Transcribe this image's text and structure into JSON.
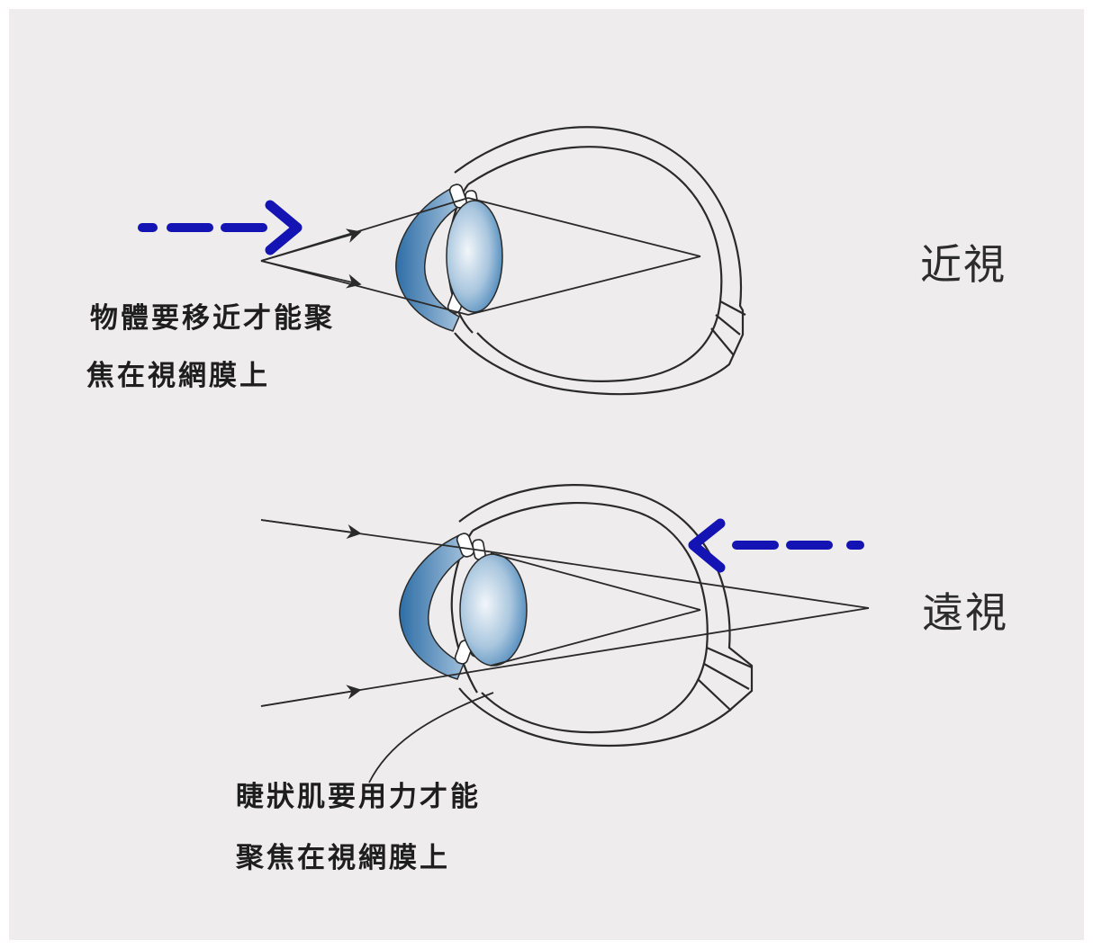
{
  "myopia": {
    "title": "近視",
    "caption_line1": "物體要移近才能聚",
    "caption_line2": "焦在視網膜上"
  },
  "hyperopia": {
    "title": "遠視",
    "caption_line1": "睫狀肌要用力才能",
    "caption_line2": "聚焦在視網膜上"
  },
  "colors": {
    "background": "#eeeced",
    "arrow_dashed": "#1414b4",
    "lens_blue": "#3f7fb5",
    "line": "#2a2a2a"
  }
}
